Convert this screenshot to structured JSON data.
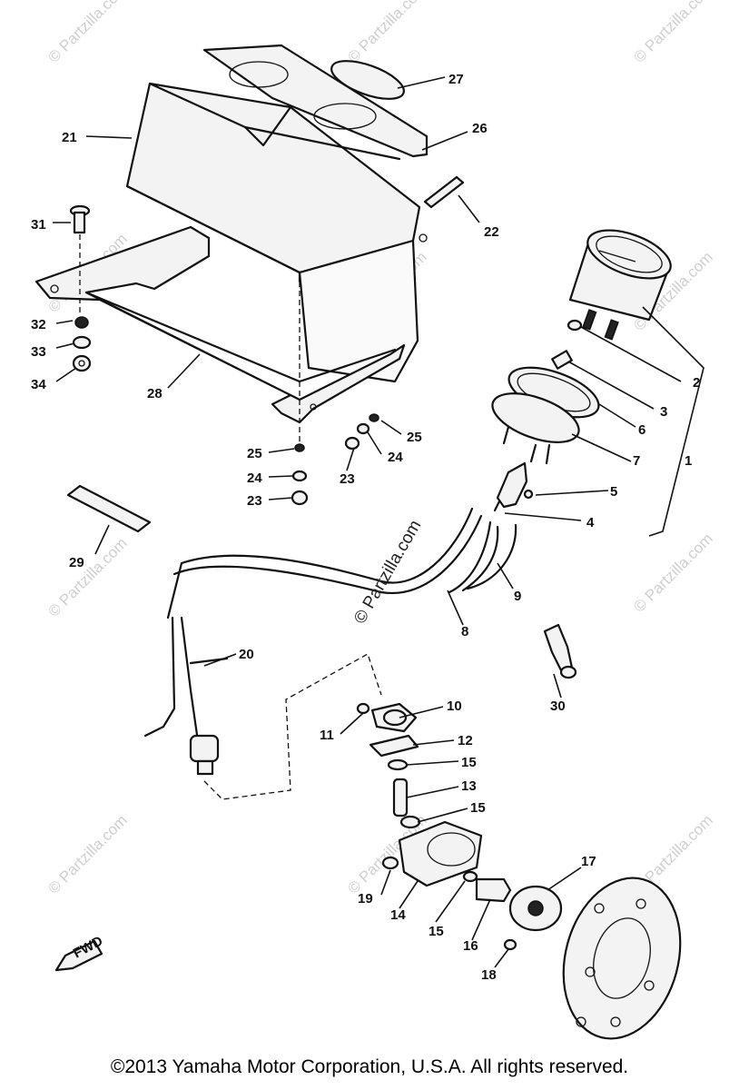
{
  "watermark": {
    "text": "© Partzilla.com",
    "center_text": "© Partzilla.com"
  },
  "callouts": {
    "c1": "1",
    "c2": "2",
    "c3": "3",
    "c4": "4",
    "c5": "5",
    "c6": "6",
    "c7": "7",
    "c8": "8",
    "c9": "9",
    "c10": "10",
    "c11": "11",
    "c12": "12",
    "c13": "13",
    "c14": "14",
    "c15a": "15",
    "c15b": "15",
    "c15c": "15",
    "c16": "16",
    "c17": "17",
    "c18": "18",
    "c19": "19",
    "c20": "20",
    "c21": "21",
    "c22": "22",
    "c23a": "23",
    "c23b": "23",
    "c24a": "24",
    "c24b": "24",
    "c25a": "25",
    "c25b": "25",
    "c26": "26",
    "c27": "27",
    "c28": "28",
    "c29": "29",
    "c30": "30",
    "c31": "31",
    "c32": "32",
    "c33": "33",
    "c34": "34"
  },
  "fwd_label": "FWD",
  "copyright": "©2013  Yamaha Motor Corporation, U.S.A. All rights reserved."
}
